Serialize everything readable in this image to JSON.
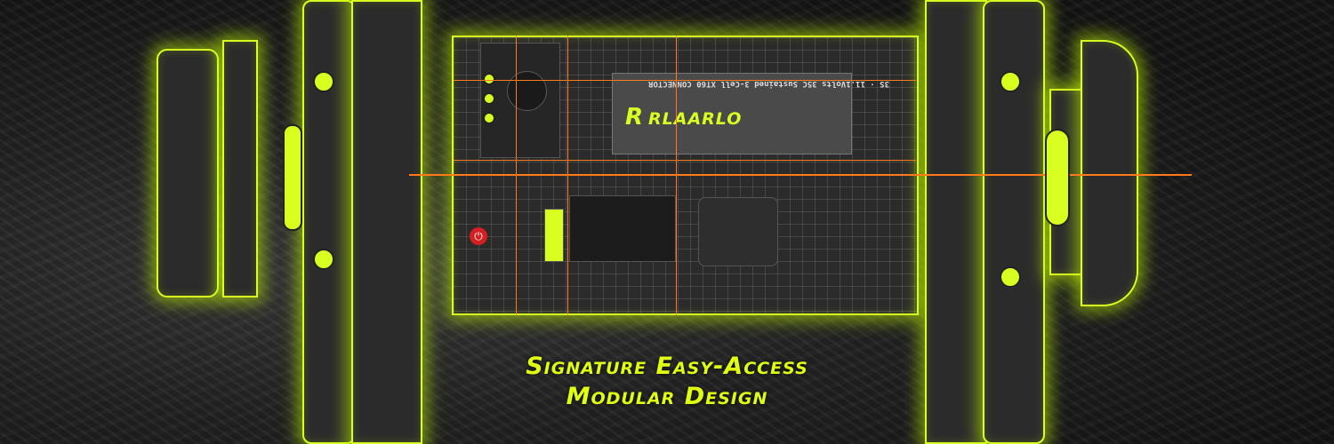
{
  "headline": {
    "line1": "Signature Easy-Access",
    "line2": "Modular Design"
  },
  "battery": {
    "brand": "RLAARLO",
    "spec": "3S · 11.1Volts 35C Sustained 3-Cell XT60 CONNECTOR"
  },
  "colors": {
    "accent": "#d8ff20",
    "guide": "#ff7a1a",
    "power": "#d42020"
  },
  "icons": {
    "power": "power-icon"
  }
}
